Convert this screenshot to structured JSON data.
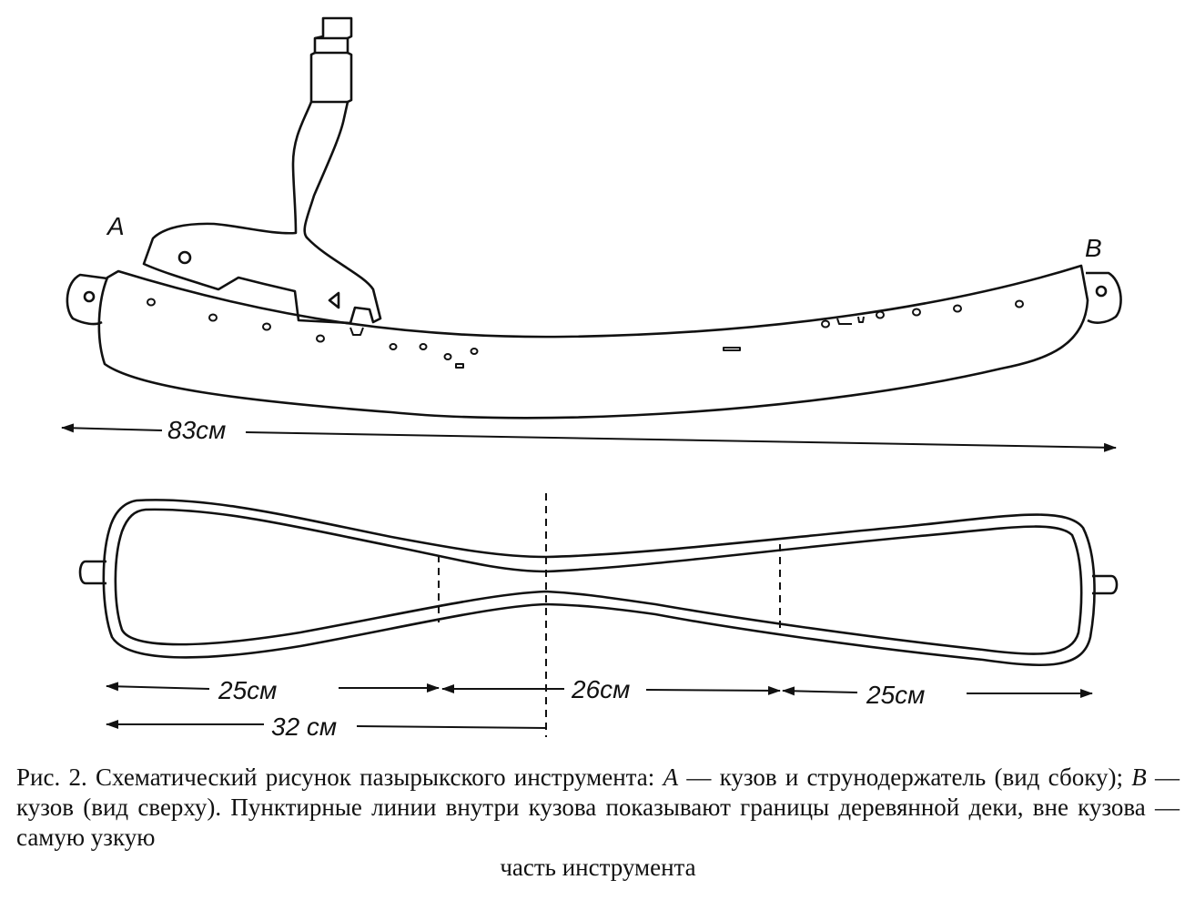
{
  "labels": {
    "view_a": "A",
    "view_b": "B",
    "total_length": "83см",
    "left_section": "25см",
    "middle_section": "26см",
    "right_section": "25см",
    "to_narrowest": "32 см"
  },
  "caption": {
    "p1": "Рис. 2. Схематический рисунок пазырыкского инструмента: ",
    "a": "А",
    "p2": " — кузов и струнодержатель (вид сбоку); ",
    "b": "В",
    "p3": " — кузов (вид сверху). Пунктирные линии внутри кузова показывают границы деревянной деки, вне кузова — самую узкую",
    "p4": "часть инструмента"
  }
}
